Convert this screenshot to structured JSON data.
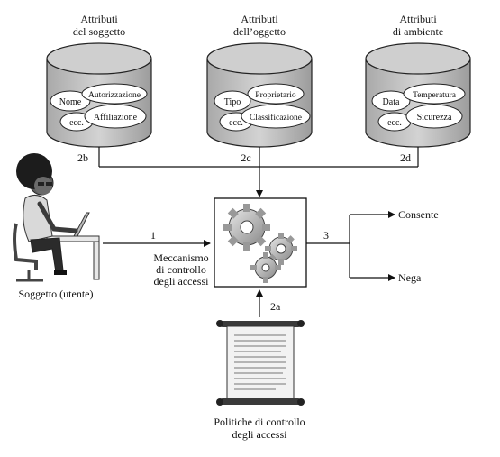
{
  "databases": [
    {
      "title_line1": "Attributi",
      "title_line2": "del soggetto",
      "attributes": [
        "Nome",
        "Autorizzazione",
        "ecc.",
        "Affiliazione"
      ],
      "edge_label": "2b"
    },
    {
      "title_line1": "Attributi",
      "title_line2": "dell’oggetto",
      "attributes": [
        "Tipo",
        "Proprietario",
        "ecc.",
        "Classificazione"
      ],
      "edge_label": "2c"
    },
    {
      "title_line1": "Attributi",
      "title_line2": "di ambiente",
      "attributes": [
        "Data",
        "Temperatura",
        "ecc.",
        "Sicurezza"
      ],
      "edge_label": "2d"
    }
  ],
  "subject": {
    "label": "Soggetto (utente)",
    "edge_label": "1"
  },
  "mechanism": {
    "line1": "Meccanismo",
    "line2": "di controllo",
    "line3": "degli accessi",
    "edge_label": "3"
  },
  "outcomes": {
    "allow": "Consente",
    "deny": "Nega"
  },
  "policy": {
    "line1": "Politiche di controllo",
    "line2": "degli accessi",
    "edge_label": "2a"
  }
}
